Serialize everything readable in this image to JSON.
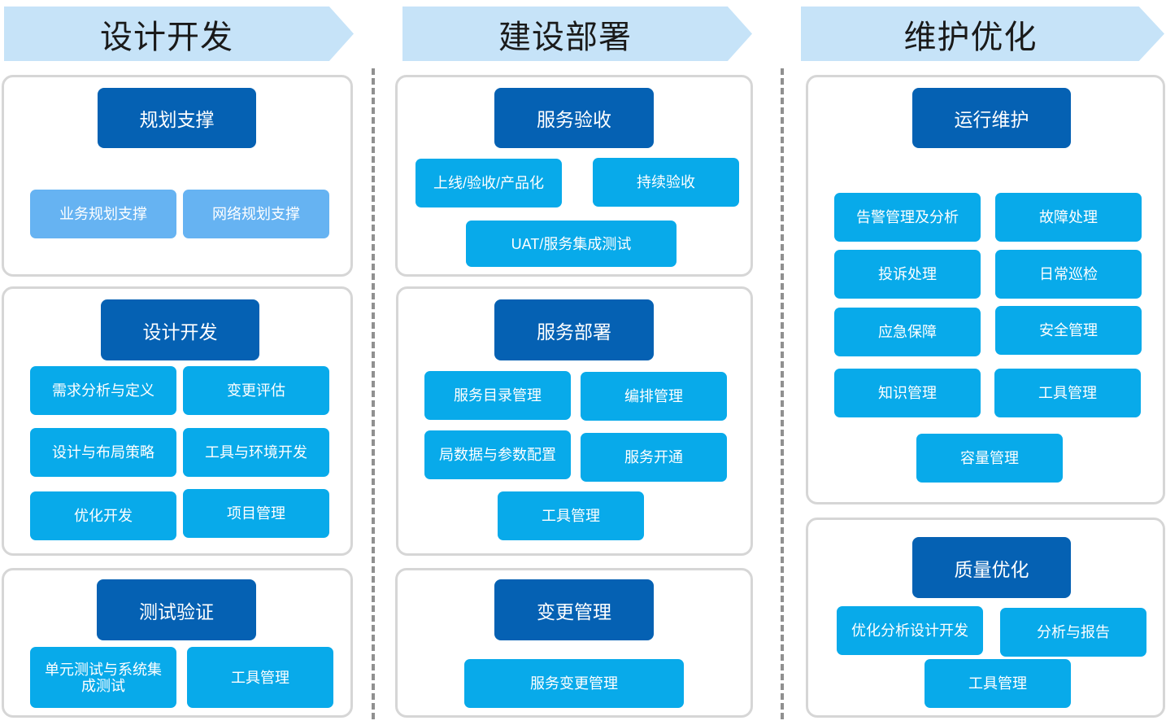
{
  "colors": {
    "phase_arrow": "#c6e3f8",
    "section_header": "#0561b3",
    "item": "#08aaea",
    "item_light": "#66b3f2",
    "panel_border": "#d6d6d6",
    "divider": "#909090"
  },
  "phases": [
    "设计开发",
    "建设部署",
    "维护优化"
  ],
  "col1": {
    "planning": {
      "title": "规划支撑",
      "items": [
        "业务规划支撑",
        "网络规划支撑"
      ]
    },
    "design": {
      "title": "设计开发",
      "items": [
        "需求分析与定义",
        "变更评估",
        "设计与布局策略",
        "工具与环境开发",
        "优化开发",
        "项目管理"
      ]
    },
    "testing": {
      "title": "测试验证",
      "items": [
        "单元测试与系统集成测试",
        "工具管理"
      ]
    }
  },
  "col2": {
    "acceptance": {
      "title": "服务验收",
      "items": [
        "上线/验收/产品化",
        "持续验收",
        "UAT/服务集成测试"
      ]
    },
    "deployment": {
      "title": "服务部署",
      "items": [
        "服务目录管理",
        "编排管理",
        "局数据与参数配置",
        "服务开通",
        "工具管理"
      ]
    },
    "change": {
      "title": "变更管理",
      "items": [
        "服务变更管理"
      ]
    }
  },
  "col3": {
    "operation": {
      "title": "运行维护",
      "items": [
        "告警管理及分析",
        "故障处理",
        "投诉处理",
        "日常巡检",
        "应急保障",
        "安全管理",
        "知识管理",
        "工具管理",
        "容量管理"
      ]
    },
    "quality": {
      "title": "质量优化",
      "items": [
        "优化分析设计开发",
        "分析与报告",
        "工具管理"
      ]
    }
  }
}
